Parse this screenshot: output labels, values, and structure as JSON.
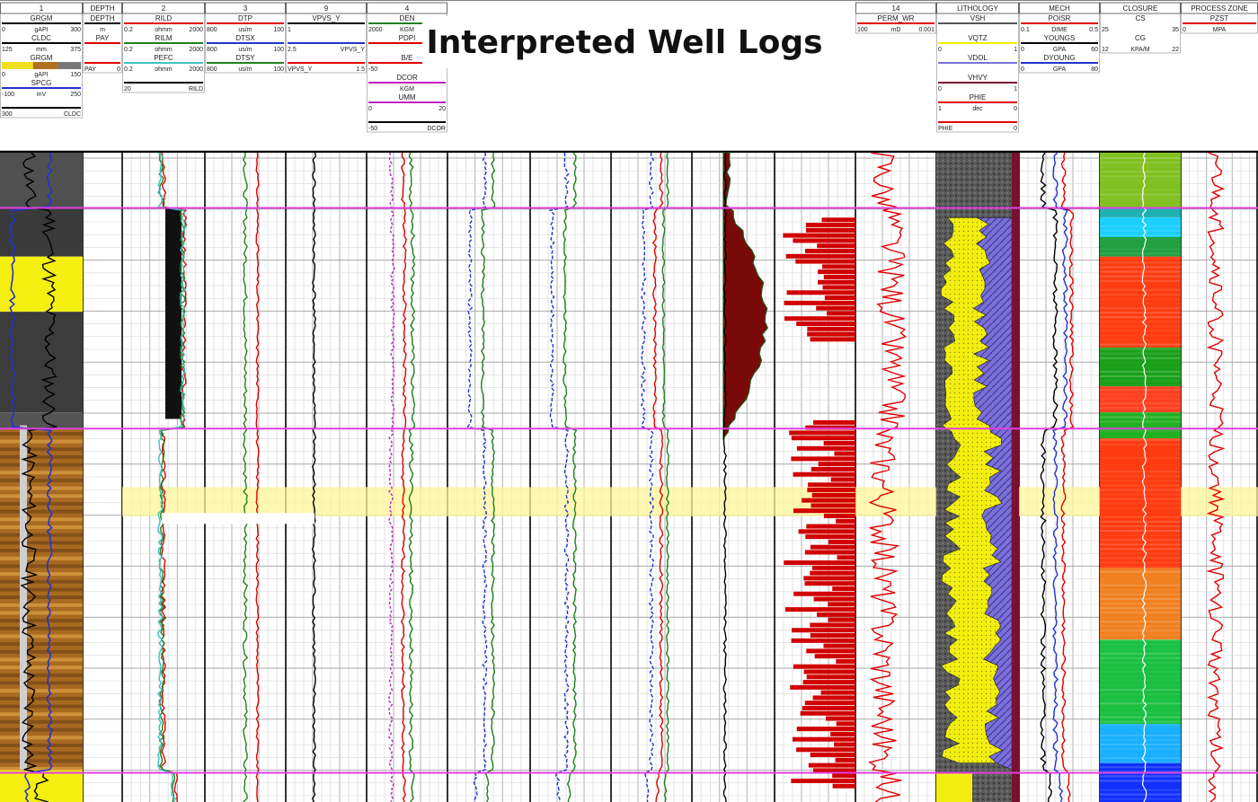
{
  "title": "Interpreted Well Logs",
  "chart_data": {
    "type": "line",
    "title": "Interpreted Well Logs",
    "tracks": [
      {
        "header": "1",
        "curves": [
          {
            "name": "GRGM",
            "min": "0",
            "unit": "gAPI",
            "max": "300",
            "color": "#000000"
          },
          {
            "name": "CLDC",
            "min": "125",
            "unit": "mm",
            "max": "375",
            "color": "#000000"
          },
          {
            "name": "GRGM",
            "min": "0",
            "unit": "gAPI",
            "max": "150",
            "color": "#000000",
            "fill": true
          },
          {
            "name": "SPCG",
            "min": "-100",
            "unit": "mV",
            "max": "250",
            "color": "#2233cc"
          },
          {
            "name": "",
            "min": "300",
            "unit": "",
            "max": "CLDC",
            "color": "#000000"
          }
        ]
      },
      {
        "header": "DEPTH",
        "curves": [
          {
            "name": "DEPTH",
            "min": "",
            "unit": "m",
            "max": "",
            "color": "#000000"
          },
          {
            "name": "PAY",
            "min": "",
            "unit": "",
            "max": "",
            "color": "#e00000"
          },
          {
            "name": "",
            "min": "PAY",
            "unit": "",
            "max": "0",
            "color": "#e00000"
          }
        ]
      },
      {
        "header": "2",
        "curves": [
          {
            "name": "RILD",
            "min": "0.2",
            "unit": "ohmm",
            "max": "2000",
            "color": "#e00000"
          },
          {
            "name": "RILM",
            "min": "0.2",
            "unit": "ohmm",
            "max": "2000",
            "color": "#208020"
          },
          {
            "name": "PEFC",
            "min": "0.2",
            "unit": "ohmm",
            "max": "2000",
            "color": "#40c0c0"
          },
          {
            "name": "",
            "min": "20",
            "unit": "",
            "max": "RILD",
            "color": "#000000"
          }
        ]
      },
      {
        "header": "3",
        "curves": [
          {
            "name": "DTP",
            "min": "800",
            "unit": "us/m",
            "max": "100",
            "color": "#e00000"
          },
          {
            "name": "DTSX",
            "min": "800",
            "unit": "us/m",
            "max": "100",
            "color": "#2233cc"
          },
          {
            "name": "DTSY",
            "min": "800",
            "unit": "us/m",
            "max": "100",
            "color": "#208020"
          }
        ]
      },
      {
        "header": "9",
        "curves": [
          {
            "name": "VPVS_Y",
            "min": "1",
            "unit": "",
            "max": "",
            "color": "#000000"
          },
          {
            "name": "",
            "min": "2.5",
            "unit": "",
            "max": "VPVS_Y",
            "color": "#2233cc"
          },
          {
            "name": "",
            "min": "VPVS_Y",
            "unit": "",
            "max": "1.5",
            "color": "#e00000"
          }
        ]
      },
      {
        "header": "4",
        "curves": [
          {
            "name": "DEN",
            "min": "2000",
            "unit": "KGM",
            "max": "",
            "color": "#208020"
          },
          {
            "name": "PDPI",
            "min": "",
            "unit": "",
            "max": "",
            "color": "#e00000"
          },
          {
            "name": "B/E",
            "min": "-50",
            "unit": "",
            "max": "",
            "color": "#e00000"
          },
          {
            "name": "DCOR",
            "min": "",
            "unit": "KGM",
            "max": "",
            "color": "#c020c0"
          },
          {
            "name": "UMM",
            "min": "0",
            "unit": "",
            "max": "20",
            "color": "#c020c0"
          },
          {
            "name": "",
            "min": "-50",
            "unit": "",
            "max": "DCOR",
            "color": "#000000"
          }
        ]
      },
      {
        "header": "14",
        "curves": [
          {
            "name": "PERM_WR",
            "min": "100",
            "unit": "mD",
            "max": "0.001",
            "color": "#e00000"
          }
        ]
      },
      {
        "header": "LITHOLOGY",
        "curves": [
          {
            "name": "VSH",
            "min": "",
            "unit": "",
            "max": "",
            "color": "#555555"
          },
          {
            "name": "VQTZ",
            "min": "0",
            "unit": "",
            "max": "1",
            "color": "#f0f000"
          },
          {
            "name": "VDOL",
            "min": "",
            "unit": "",
            "max": "",
            "color": "#7a70d8"
          },
          {
            "name": "VHVY",
            "min": "0",
            "unit": "",
            "max": "1",
            "color": "#7a1030"
          },
          {
            "name": "PHIE",
            "min": "1",
            "unit": "dec",
            "max": "0",
            "color": "#e00000"
          },
          {
            "name": "",
            "min": "PHIE",
            "unit": "",
            "max": "0",
            "color": "#e00000"
          }
        ]
      },
      {
        "header": "MECH",
        "curves": [
          {
            "name": "POISR",
            "min": "0.1",
            "unit": "DIME",
            "max": "0.5",
            "color": "#e00000"
          },
          {
            "name": "YOUNGS",
            "min": "0",
            "unit": "GPA",
            "max": "60",
            "color": "#000000"
          },
          {
            "name": "DYOUNG",
            "min": "0",
            "unit": "GPA",
            "max": "80",
            "color": "#2233cc"
          }
        ]
      },
      {
        "header": "CLOSURE",
        "curves": [
          {
            "name": "CS",
            "min": "25",
            "unit": "",
            "max": "35",
            "color": "#ffffff"
          },
          {
            "name": "CG",
            "min": "12",
            "unit": "KPA/M",
            "max": "22",
            "color": "#ffffff"
          }
        ]
      },
      {
        "header": "PROCESS ZONE",
        "curves": [
          {
            "name": "PZST",
            "min": "0",
            "unit": "MPA",
            "max": "",
            "color": "#e00000"
          }
        ]
      }
    ],
    "zone_markers_depth_fraction": [
      0.085,
      0.425,
      0.955
    ],
    "highlight_band_depth_fraction": [
      0.515,
      0.56
    ],
    "colors": {
      "marker": "#e040e0",
      "shale": "#555555",
      "sand": "#f0f000",
      "dolomite": "#7a70d8",
      "heavy": "#7a1030",
      "pay": "#e00000",
      "closure_high": "#ff3b10",
      "closure_mid": "#19a019",
      "closure_low": "#1030ff"
    }
  }
}
